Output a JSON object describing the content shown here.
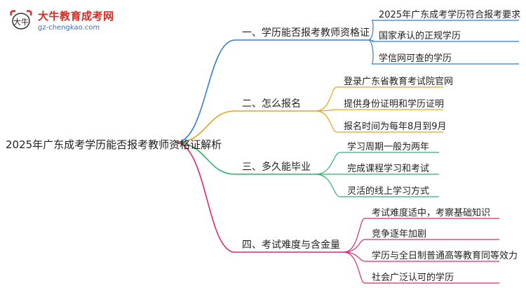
{
  "logo": {
    "title": "大牛教育成考网",
    "url": "gz-chengkao.com",
    "mark_text": "大牛"
  },
  "root": "2025年广东成考学历能否报考教师资格证解析",
  "branches": [
    {
      "label": "一、学历能否报考教师资格证",
      "color": "#2f7ed8",
      "leaves": [
        "2025年广东成考学历符合报考要求",
        "国家承认的正规学历",
        "学信网可查的学历"
      ]
    },
    {
      "label": "二、怎么报名",
      "color": "#e8a31c",
      "leaves": [
        "登录广东省教育考试院官网",
        "提供身份证明和学历证明",
        "报名时间为每年8月到9月"
      ]
    },
    {
      "label": "三、多久能毕业",
      "color": "#2bb56a",
      "leaves": [
        "学习周期一般为两年",
        "完成课程学习和考试",
        "灵活的线上学习方式"
      ]
    },
    {
      "label": "四、考试难度与含金量",
      "color": "#e0266f",
      "leaves": [
        "考试难度适中，考察基础知识",
        "竞争逐年加剧",
        "学历与全日制普通高等教育同等效力",
        "社会广泛认可的学历"
      ]
    }
  ]
}
